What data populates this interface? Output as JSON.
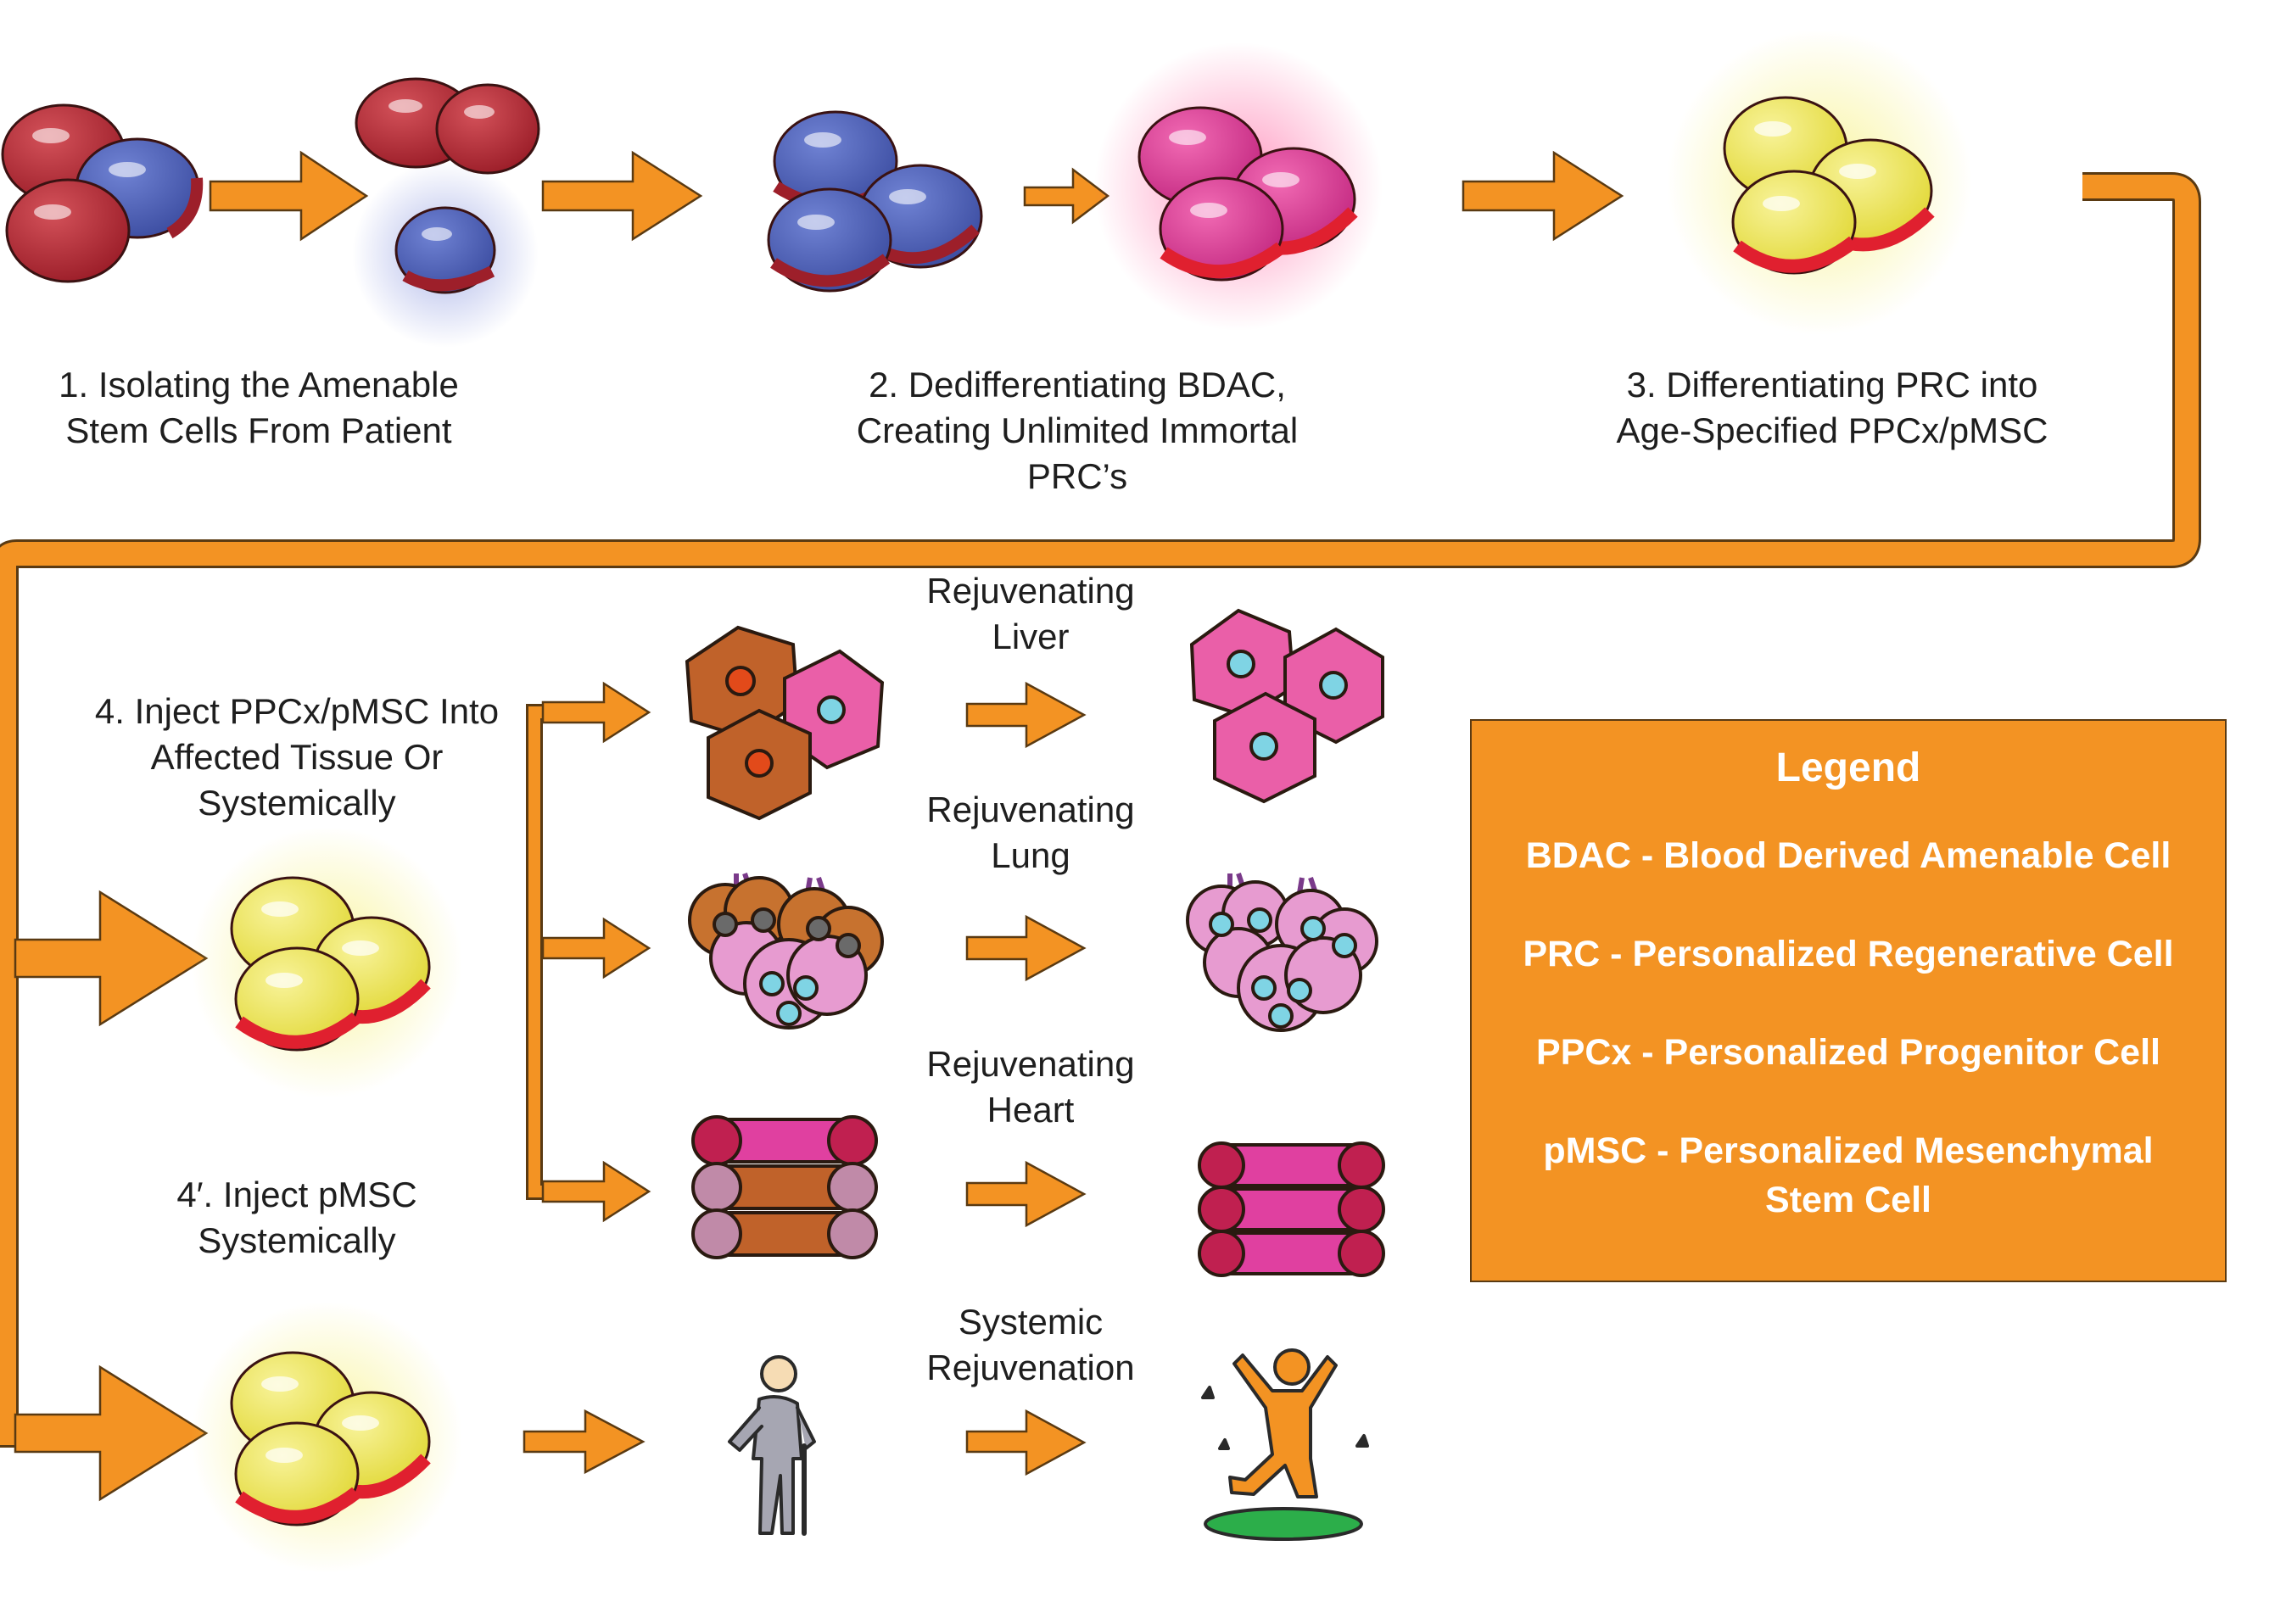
{
  "colors": {
    "arrow": "#f39323",
    "arrow_stroke": "#b86a12",
    "cell_red": "#b7262d",
    "cell_blue": "#4f63b5",
    "cell_pink": "#e0379a",
    "cell_yellow": "#ece44a",
    "legend_bg": "#f39323"
  },
  "steps": {
    "step1": [
      "1. Isolating the Amenable",
      "Stem Cells From Patient"
    ],
    "step2": [
      "2. Dedifferentiating BDAC,",
      "Creating Unlimited Immortal",
      "PRC’s"
    ],
    "step3": [
      "3. Differentiating PRC into",
      "Age-Specified PPCx/pMSC"
    ],
    "step4": [
      "4. Inject PPCx/pMSC Into",
      "Affected Tissue Or",
      "Systemically"
    ],
    "step4b": [
      "4′. Inject pMSC",
      "Systemically"
    ]
  },
  "outcomes": {
    "liver": [
      "Rejuvenating",
      "Liver"
    ],
    "lung": [
      "Rejuvenating",
      "Lung"
    ],
    "heart": [
      "Rejuvenating",
      "Heart"
    ],
    "systemic": [
      "Systemic",
      "Rejuvenation"
    ]
  },
  "legend": {
    "title": "Legend",
    "entries": [
      [
        "BDAC - Blood Derived Amenable Cell"
      ],
      [
        "PRC - Personalized Regenerative Cell"
      ],
      [
        "PPCx - Personalized Progenitor Cell"
      ],
      [
        "pMSC - Personalized Mesenchymal",
        "Stem Cell"
      ]
    ]
  },
  "icons": [
    "red-blue-cell-cluster-icon",
    "blue-cell-icon",
    "pink-cell-cluster-icon",
    "yellow-cell-cluster-icon",
    "liver-cells-icon",
    "lung-alveoli-icon",
    "heart-muscle-fiber-icon",
    "elderly-person-icon",
    "jumping-person-icon"
  ]
}
